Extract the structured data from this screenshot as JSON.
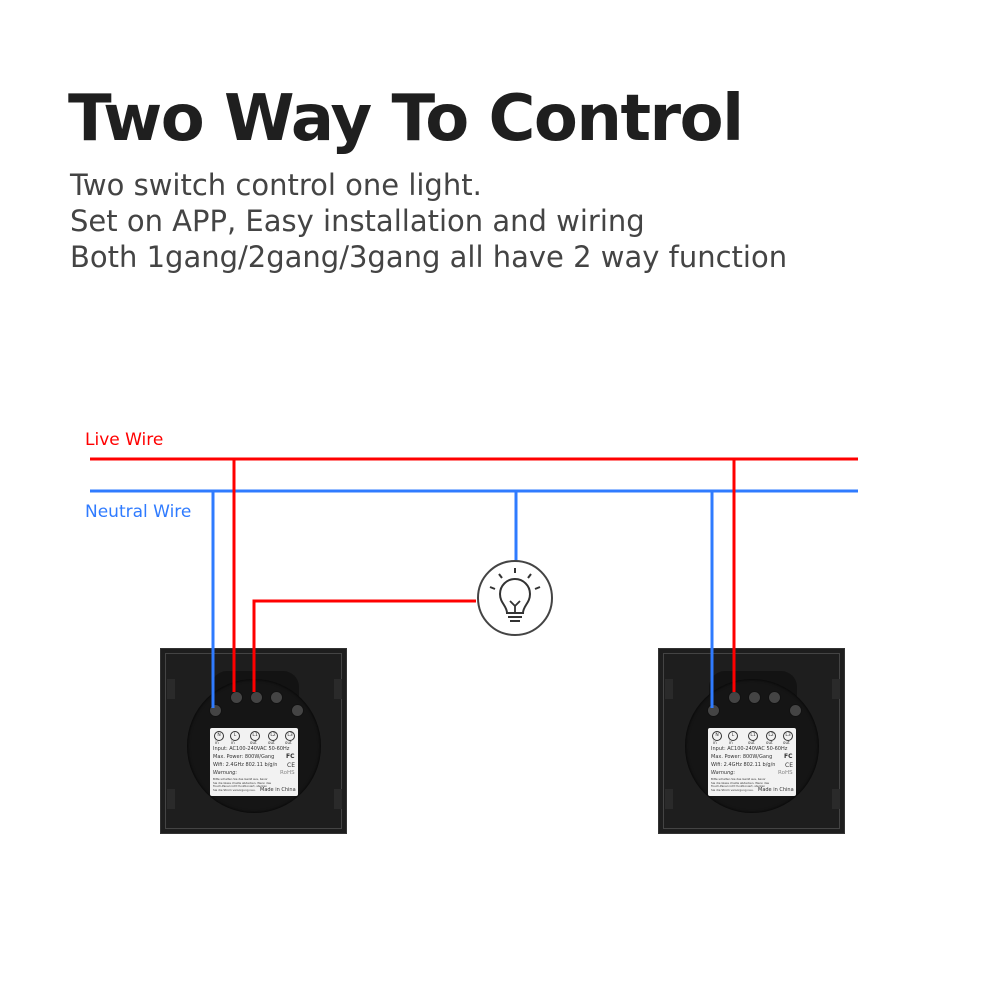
{
  "title": "Two Way To Control",
  "subtitle_lines": [
    "Two switch control one light.",
    "Set on APP, Easy installation and wiring",
    "Both  1gang/2gang/3gang all have 2 way function"
  ],
  "labels": {
    "live": "Live Wire",
    "neutral": "Neutral Wire"
  },
  "colors": {
    "live": "#ff0000",
    "neutral": "#2f7bff",
    "title": "#1f1f1f",
    "switch": "#1e1e1e"
  },
  "bulb_icon": "lightbulb-icon",
  "switch_label": {
    "terminals": [
      {
        "name": "N",
        "dir": "in"
      },
      {
        "name": "L",
        "dir": "in"
      },
      {
        "name": "L1",
        "dir": "out"
      },
      {
        "name": "L2",
        "dir": "out"
      },
      {
        "name": "L3",
        "dir": "out"
      }
    ],
    "input": "Input: AC100-240VAC 50-60Hz",
    "power": "Max. Power: 800W/Gang",
    "wifi": "Wifi: 2.4GHz 802.11 b/g/n",
    "fc": "FC",
    "ce": "CE",
    "rohs": "RoHS",
    "warning": "Warnung:",
    "warning_text": "Bitte schalten Sie das Gerät aus, bevor Sie die Glass chalde abdecken. Wenn das Touch-Panel nicht funktioniert, stecken Sie die Strom versorgung neu.",
    "made": "Made in China"
  }
}
